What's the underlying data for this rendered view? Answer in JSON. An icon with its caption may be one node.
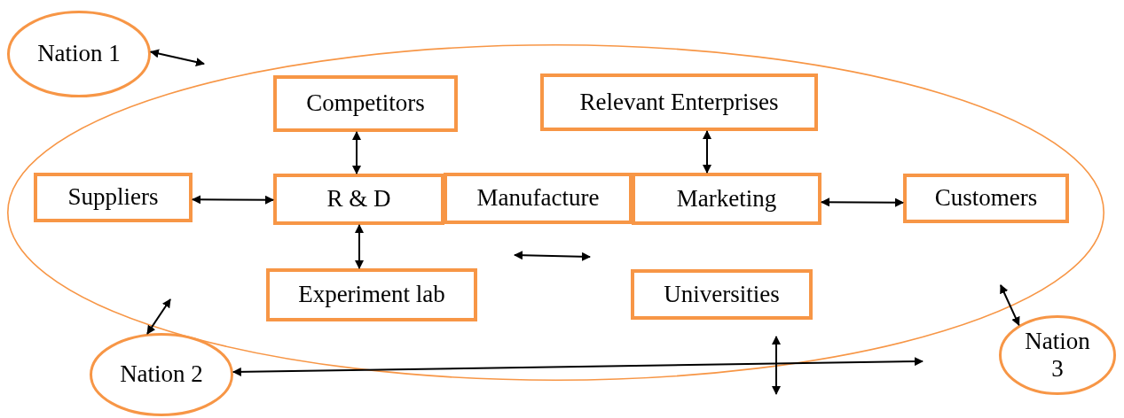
{
  "diagram": {
    "nodes": [
      {
        "text": [
          "Nation 1"
        ]
      },
      {
        "text": [],
        "shape": "ellipse"
      },
      {
        "text": [
          "Competitors"
        ],
        "in": 1
      },
      {
        "text": [
          "Relevant Enterprises"
        ],
        "in": 1
      },
      {
        "text": [
          "Suppliers"
        ],
        "in": 1
      },
      {
        "text": [
          "R & D"
        ],
        "in": 1
      },
      {
        "text": [
          "Manufacture"
        ],
        "in": 1
      },
      {
        "text": [
          "Marketing"
        ],
        "in": 1
      },
      {
        "text": [
          "Customers"
        ],
        "in": 1
      },
      {
        "text": [
          "Experiment lab"
        ],
        "in": 1
      },
      {
        "text": [
          "Universities"
        ],
        "in": 1
      },
      {
        "text": [
          "Nation 2"
        ]
      },
      {
        "text": [
          "Nation 3"
        ]
      }
    ],
    "edges": [
      {
        "from": 0,
        "to": 1,
        "arrow": "both"
      },
      {
        "from": 2,
        "to": 5,
        "arrow": "both"
      },
      {
        "from": 3,
        "to": 7,
        "arrow": "both"
      },
      {
        "from": 4,
        "to": 5,
        "arrow": "both"
      },
      {
        "from": 7,
        "to": 8,
        "arrow": "both"
      },
      {
        "from": 5,
        "to": 9,
        "arrow": "both"
      },
      {
        "from": 11,
        "to": 1,
        "arrow": "both"
      },
      {
        "from": 11,
        "to": 1,
        "arrow": "both"
      },
      {
        "from": 12,
        "to": 1,
        "arrow": "both"
      }
    ]
  }
}
